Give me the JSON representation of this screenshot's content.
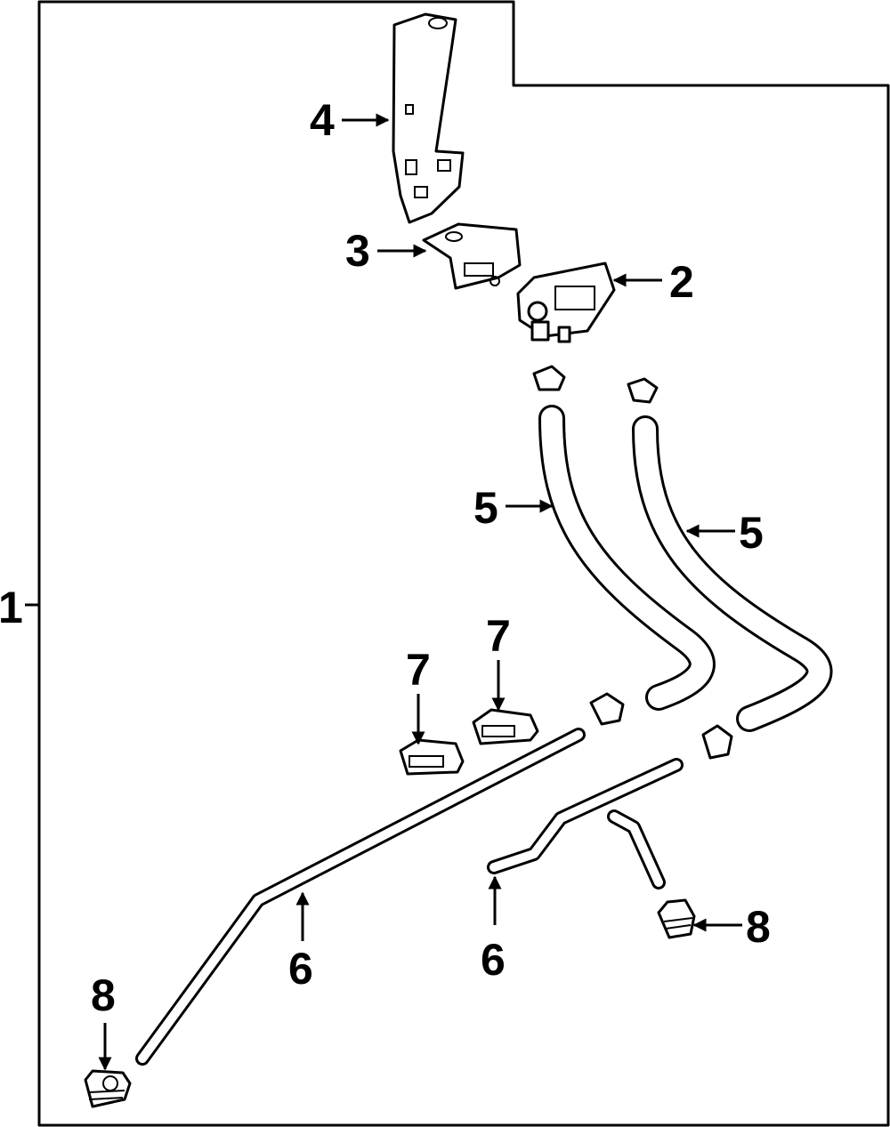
{
  "callouts": {
    "assembly": "1",
    "sensor": "2",
    "sensor_bracket": "3",
    "mount_bracket": "4",
    "hose_left": "5",
    "hose_right": "5",
    "pipe_left": "6",
    "pipe_right": "6",
    "clip_left": "7",
    "clip_right": "7",
    "plug_left": "8",
    "plug_right": "8"
  }
}
